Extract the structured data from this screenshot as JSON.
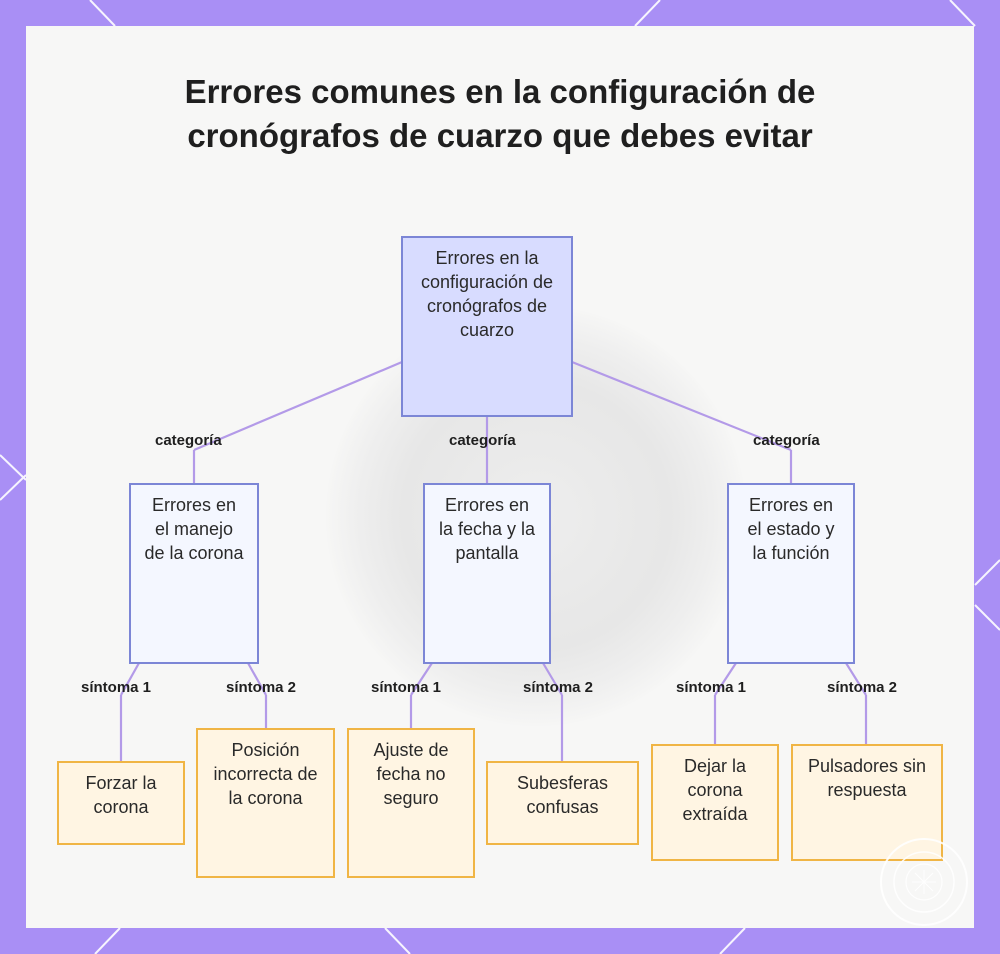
{
  "title": "Errores comunes en la configuración de cronógrafos de cuarzo que debes evitar",
  "colors": {
    "frame": "#a98ff5",
    "root_fill": "#d8dcff",
    "root_border": "#7c86d6",
    "category_fill": "#f4f7ff",
    "leaf_fill": "#fff5e3",
    "leaf_border": "#f0b545",
    "connector": "#b39ae8"
  },
  "root": {
    "label": "Errores en la configuración de cronógrafos de cuarzo"
  },
  "categories": [
    {
      "edge_label": "categoría",
      "label": "Errores en el manejo de la corona",
      "symptoms": [
        {
          "edge_label": "síntoma 1",
          "label": "Forzar la corona"
        },
        {
          "edge_label": "síntoma 2",
          "label": "Posición incorrecta de la corona"
        }
      ]
    },
    {
      "edge_label": "categoría",
      "label": "Errores en la fecha y la pantalla",
      "symptoms": [
        {
          "edge_label": "síntoma 1",
          "label": "Ajuste de fecha no seguro"
        },
        {
          "edge_label": "síntoma 2",
          "label": "Subesferas confusas"
        }
      ]
    },
    {
      "edge_label": "categoría",
      "label": "Errores en el estado y la función",
      "symptoms": [
        {
          "edge_label": "síntoma 1",
          "label": "Dejar la corona extraída"
        },
        {
          "edge_label": "síntoma 2",
          "label": "Pulsadores sin respuesta"
        }
      ]
    }
  ],
  "icons": [
    "watermark-seal-icon"
  ]
}
